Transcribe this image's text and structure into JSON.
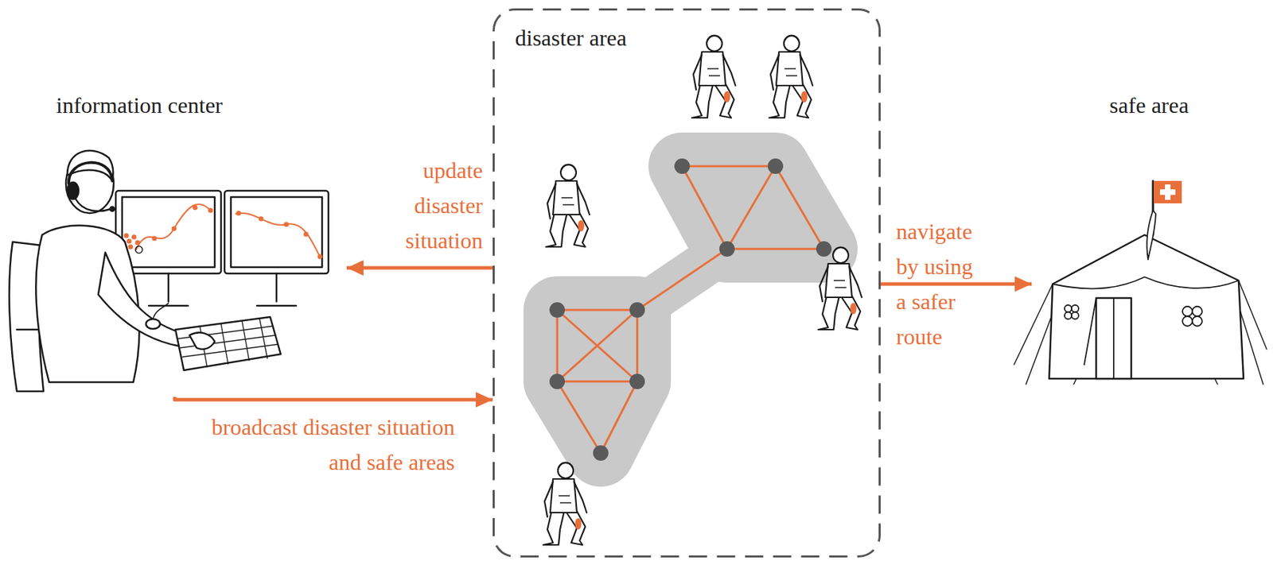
{
  "diagram": {
    "nodes": [
      {
        "text": [
          "information center"
        ]
      },
      {
        "text": [
          "disaster area"
        ]
      },
      {
        "text": [
          "safe area"
        ]
      }
    ],
    "edges": [
      {
        "from": 1,
        "to": 0,
        "arrow": "to",
        "label": "update disaster situation"
      },
      {
        "from": 0,
        "to": 1,
        "arrow": "to",
        "label": "broadcast disaster situation and safe areas"
      },
      {
        "from": 1,
        "to": 2,
        "arrow": "to",
        "label": "navigate by using a safer route"
      }
    ]
  }
}
